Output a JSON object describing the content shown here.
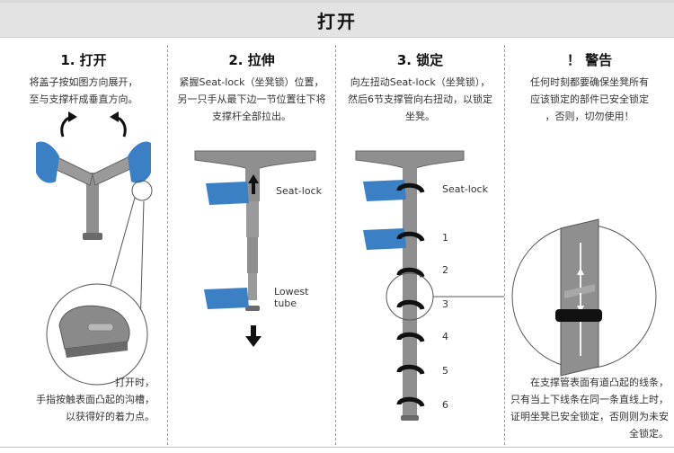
{
  "header": {
    "title": "打开"
  },
  "panels": [
    {
      "title": "1. 打开",
      "desc": [
        "将盖子按如图方向展开，",
        "至与支撑杆成垂直方向。"
      ],
      "callout": [
        "打开时，",
        "手指按触表面凸起的沟槽，",
        "以获得好的着力点。"
      ]
    },
    {
      "title": "2. 拉伸",
      "desc": [
        "紧握Seat-lock（坐凳锁）位置，",
        "另一只手从最下边一节位置往下将",
        "支撑杆全部拉出。"
      ],
      "label_seatlock": "Seat-lock",
      "label_lowest": [
        "Lowest",
        "tube"
      ]
    },
    {
      "title": "3. 锁定",
      "desc": [
        "向左扭动Seat-lock（坐凳锁），",
        "然后6节支撑管向右扭动，以锁定",
        "坐凳。"
      ],
      "label_seatlock": "Seat-lock",
      "numbers": [
        "1",
        "2",
        "3",
        "4",
        "5",
        "6"
      ]
    },
    {
      "title": "！ 警告",
      "desc": [
        "任何时刻都要确保坐凳所有",
        "应该锁定的部件已安全锁定",
        "，否则，切勿使用！"
      ],
      "callout": [
        "在支撑管表面有道凸起的线条，",
        "只有当上下线条在同一条直线上时，",
        "证明坐凳已安全锁定，否则则为未安全锁定。"
      ]
    }
  ],
  "colors": {
    "hand": "#3b7fc4",
    "hand_light": "#6aa3d8",
    "metal": "#8f8f8f",
    "metal_dark": "#5f5f5f",
    "metal_light": "#b5b5b5"
  }
}
